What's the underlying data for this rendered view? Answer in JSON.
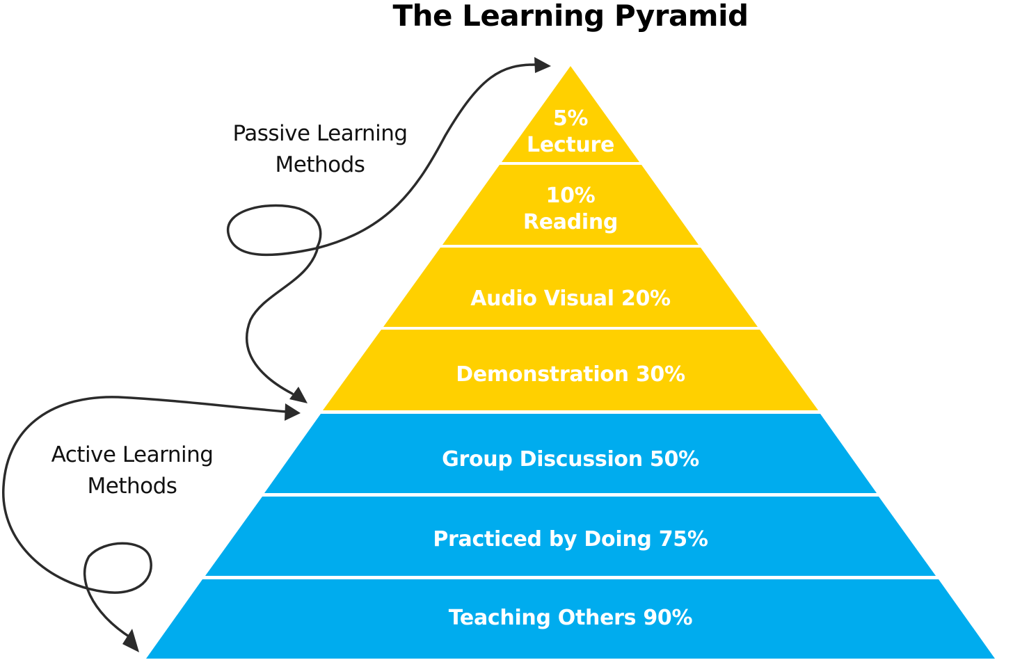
{
  "title": "The Learning Pyramid",
  "colors": {
    "passive": "#FFD000",
    "active": "#00ACEE",
    "arrow": "#2B2B2B",
    "label_text": "#FFFFFF"
  },
  "annotations": {
    "passive": {
      "line1": "Passive Learning",
      "line2": "Methods"
    },
    "active": {
      "line1": "Active Learning",
      "line2": "Methods"
    }
  },
  "layers": [
    {
      "group": "passive",
      "line1": "5%",
      "line2": "Lecture",
      "percent": 5,
      "method": "Lecture"
    },
    {
      "group": "passive",
      "line1": "10%",
      "line2": "Reading",
      "percent": 10,
      "method": "Reading"
    },
    {
      "group": "passive",
      "line1": "Audio Visual 20%",
      "percent": 20,
      "method": "Audio Visual"
    },
    {
      "group": "passive",
      "line1": "Demonstration 30%",
      "percent": 30,
      "method": "Demonstration"
    },
    {
      "group": "active",
      "line1": "Group Discussion 50%",
      "percent": 50,
      "method": "Group Discussion"
    },
    {
      "group": "active",
      "line1": "Practiced by Doing 75%",
      "percent": 75,
      "method": "Practiced by Doing"
    },
    {
      "group": "active",
      "line1": "Teaching Others 90%",
      "percent": 90,
      "method": "Teaching Others"
    }
  ]
}
